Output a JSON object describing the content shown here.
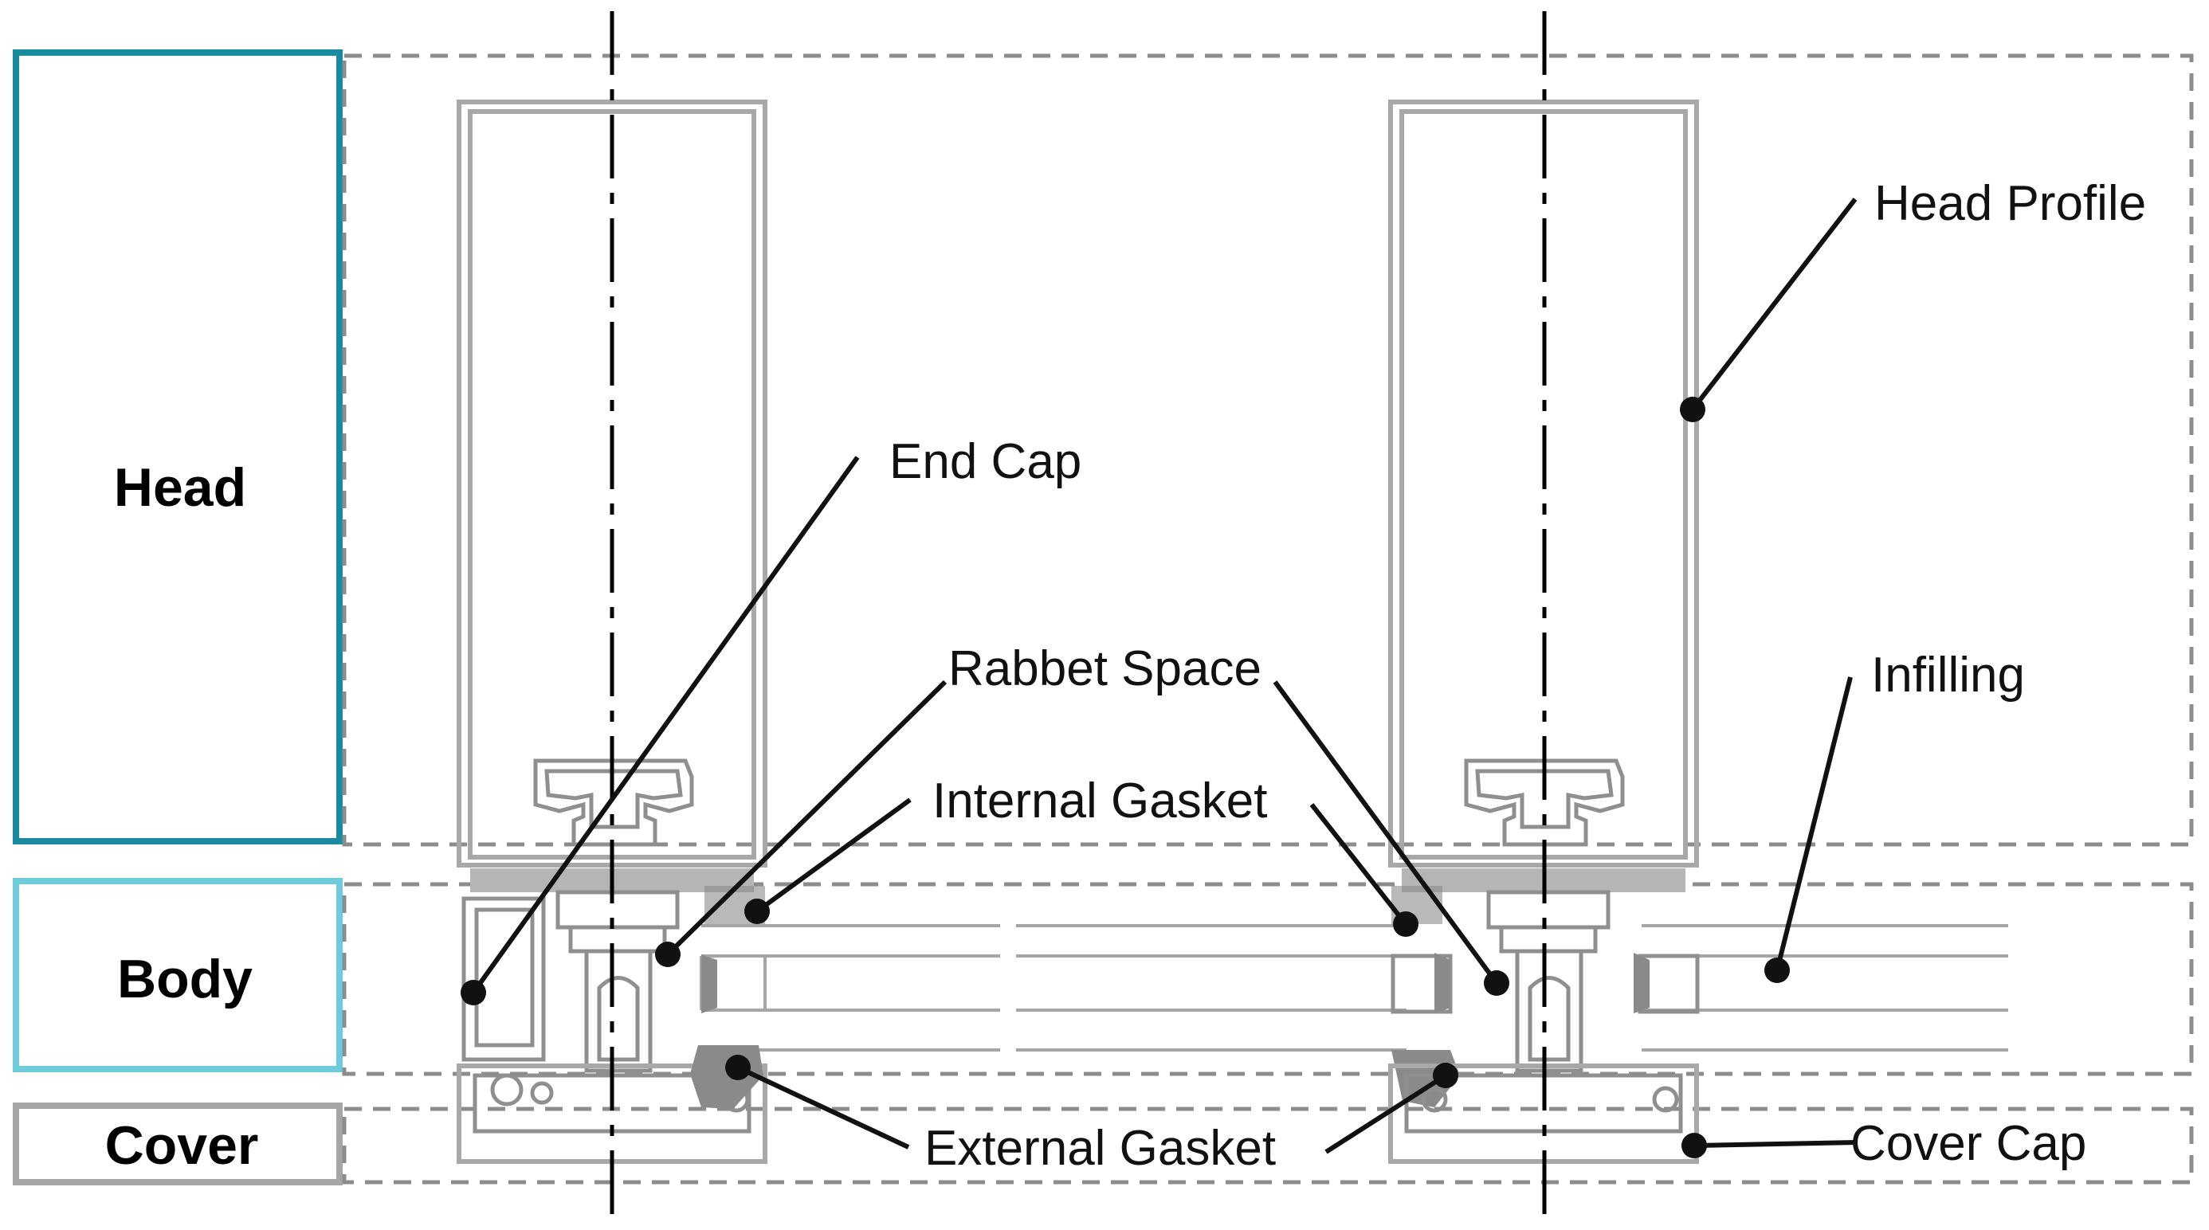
{
  "zones": {
    "head": "Head",
    "body": "Body",
    "cover": "Cover",
    "colors": {
      "head": "#1a8aa0",
      "body": "#6ecbdb",
      "cover": "#a6a6a6"
    }
  },
  "callouts": {
    "end_cap": "End Cap",
    "head_profile": "Head Profile",
    "rabbet_space": "Rabbet Space",
    "infilling": "Infilling",
    "internal_gasket": "Internal Gasket",
    "external_gasket": "External Gasket",
    "cover_cap": "Cover Cap"
  }
}
